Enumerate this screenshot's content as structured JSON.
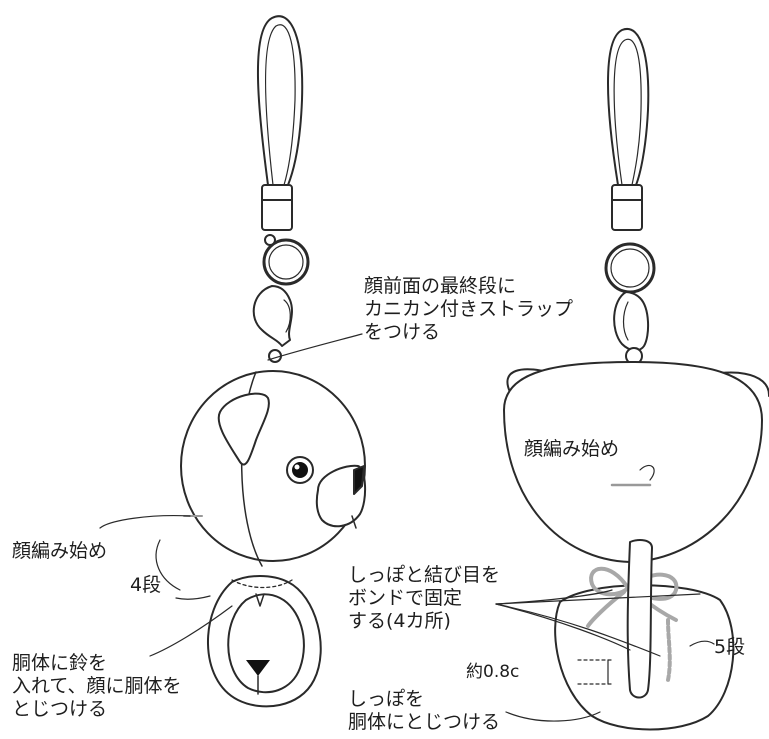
{
  "front_view": {
    "strap_note": [
      "顔前面の最終段に",
      "カニカン付きストラップ",
      "をつける"
    ],
    "face_start": "顔編み始め",
    "rows_4": "4段",
    "bell_note": [
      "胴体に鈴を",
      "入れて、顔に胴体を",
      "とじつける"
    ]
  },
  "back_view": {
    "face_start": "顔編み始め",
    "glue_note": [
      "しっぽと結び目を",
      "ボンドで固定",
      "する(4カ所)"
    ],
    "rows_5": "5段",
    "measure": "約0.8c",
    "tail_note": [
      "しっぽを",
      "胴体にとじつける"
    ]
  }
}
